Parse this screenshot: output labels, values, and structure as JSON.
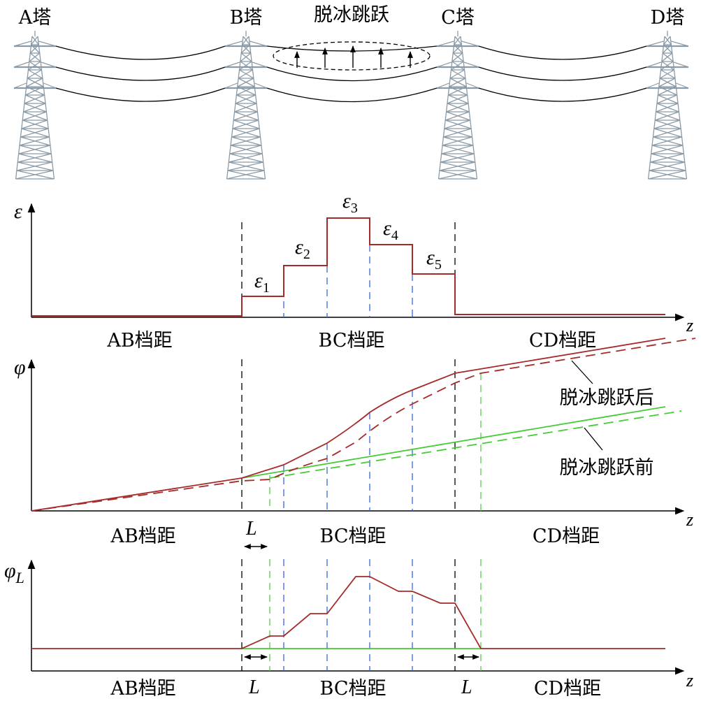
{
  "towers": [
    {
      "label": "A塔"
    },
    {
      "label": "B塔"
    },
    {
      "label": "C塔"
    },
    {
      "label": "D塔"
    }
  ],
  "jump_label": "脱冰跳跃",
  "epsilon": {
    "axis_label": "ε",
    "z_label": "z",
    "levels": [
      "ε",
      "ε",
      "ε",
      "ε",
      "ε"
    ],
    "subs": [
      "1",
      "2",
      "3",
      "4",
      "5"
    ]
  },
  "phi": {
    "axis_label": "φ",
    "z_label": "z",
    "legend_after": "脱冰跳跃后",
    "legend_before": "脱冰跳跃前"
  },
  "phiL": {
    "axis_label": "φ",
    "axis_sub": "L",
    "z_label": "z"
  },
  "spans": {
    "ab": "AB档距",
    "bc": "BC档距",
    "cd": "CD档距"
  },
  "L_symbol": "L",
  "colors": {
    "after": "#a52a2a",
    "before": "#44cc33",
    "dash_blue": "#3366dd",
    "dash_green": "#55cc44",
    "tower": "#8a9aa6"
  }
}
